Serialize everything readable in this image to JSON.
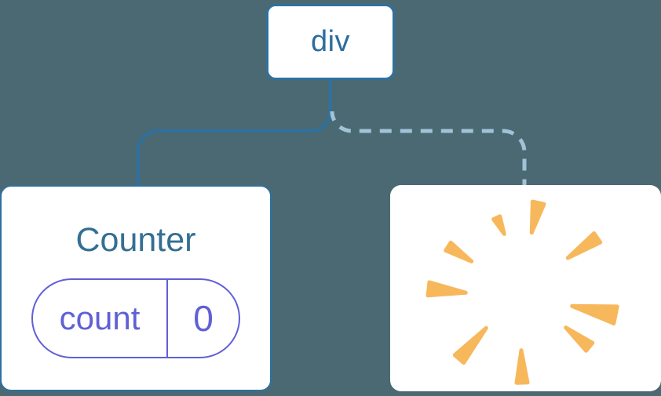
{
  "colors": {
    "background": "#4b6972",
    "node-bg": "#ffffff",
    "node-border": "#2e71a0",
    "line-solid": "#2e71a0",
    "line-dashed": "#a0c3d7",
    "root-text": "#2b6e9e",
    "component-text": "#336f92",
    "state-accent": "#6060d6",
    "burst": "#f7b85c"
  },
  "tree": {
    "root": {
      "label": "div"
    },
    "component": {
      "title": "Counter",
      "state": {
        "key": "count",
        "value": "0"
      },
      "connection": "solid"
    },
    "removed": {
      "icon": "poof-starburst-icon",
      "connection": "dashed"
    }
  }
}
